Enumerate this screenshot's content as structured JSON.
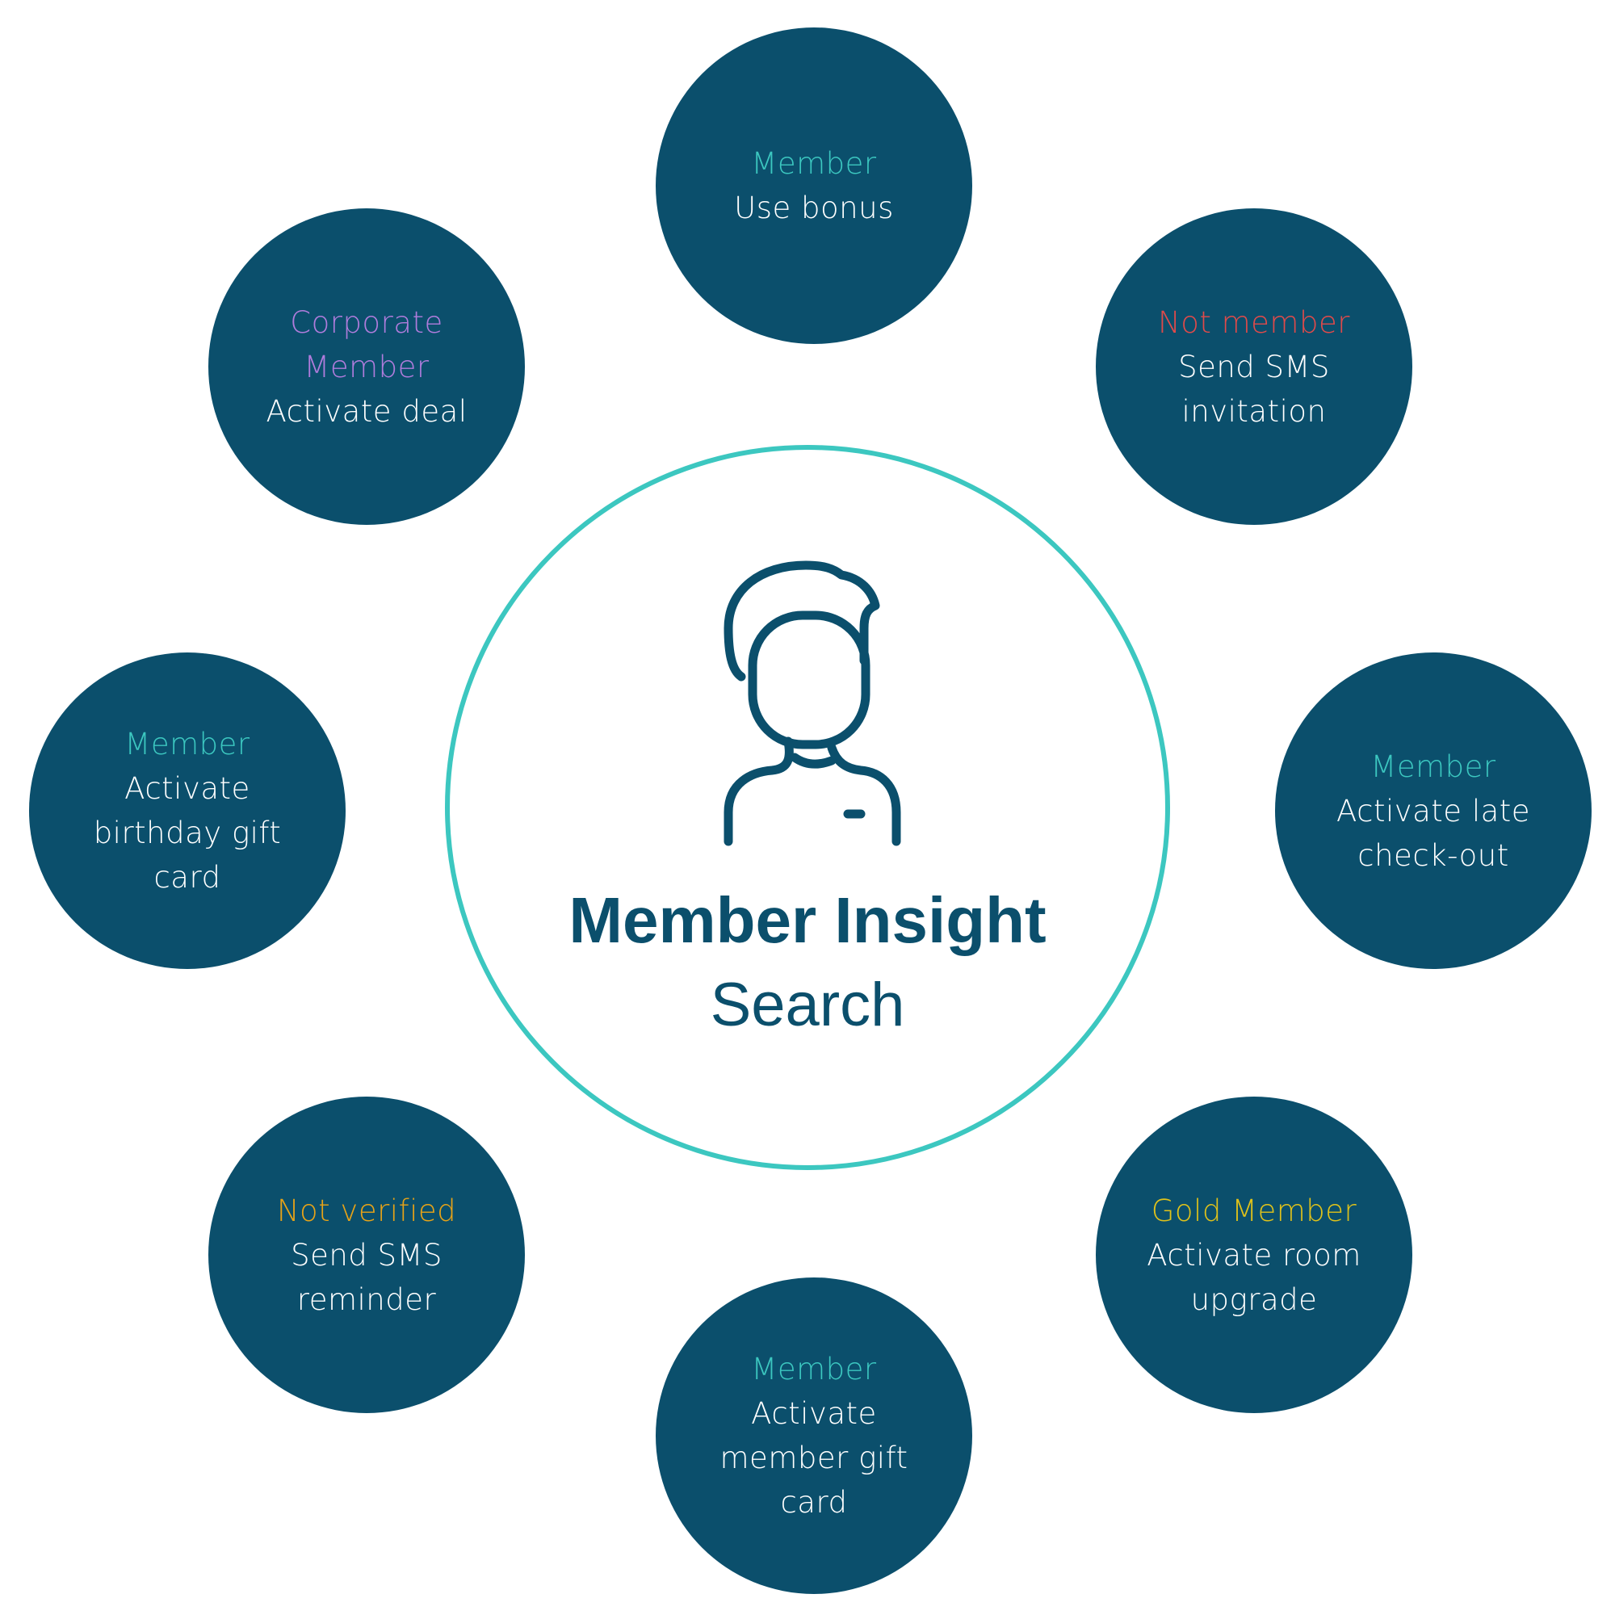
{
  "colors": {
    "node_fill": "#0b4f6c",
    "hub_ring": "#3cc7c0",
    "text_dark": "#0b4f6c",
    "action_text": "#ffffff",
    "status_member": "#3cc7c0",
    "status_corporate": "#b07cdc",
    "status_not_member": "#e04a4a",
    "status_not_verified": "#e8a317",
    "status_gold": "#e0c21a"
  },
  "hub": {
    "icon": "user-avatar-icon",
    "title": "Member Insight",
    "subtitle": "Search"
  },
  "nodes": [
    {
      "id": "top",
      "status": "Member",
      "status_color": "#3cc7c0",
      "action": "Use bonus"
    },
    {
      "id": "topright",
      "status": "Not member",
      "status_color": "#e04a4a",
      "action": "Send SMS invitation"
    },
    {
      "id": "right",
      "status": "Member",
      "status_color": "#3cc7c0",
      "action": "Activate late check-out"
    },
    {
      "id": "botright",
      "status": "Gold Member",
      "status_color": "#e0c21a",
      "action": "Activate room upgrade"
    },
    {
      "id": "bottom",
      "status": "Member",
      "status_color": "#3cc7c0",
      "action": "Activate member gift card"
    },
    {
      "id": "botleft",
      "status": "Not verified",
      "status_color": "#e8a317",
      "action": "Send SMS reminder"
    },
    {
      "id": "left",
      "status": "Member",
      "status_color": "#3cc7c0",
      "action": "Activate birthday gift card"
    },
    {
      "id": "topleft",
      "status": "Corporate Member",
      "status_color": "#b07cdc",
      "action": "Activate deal"
    }
  ]
}
